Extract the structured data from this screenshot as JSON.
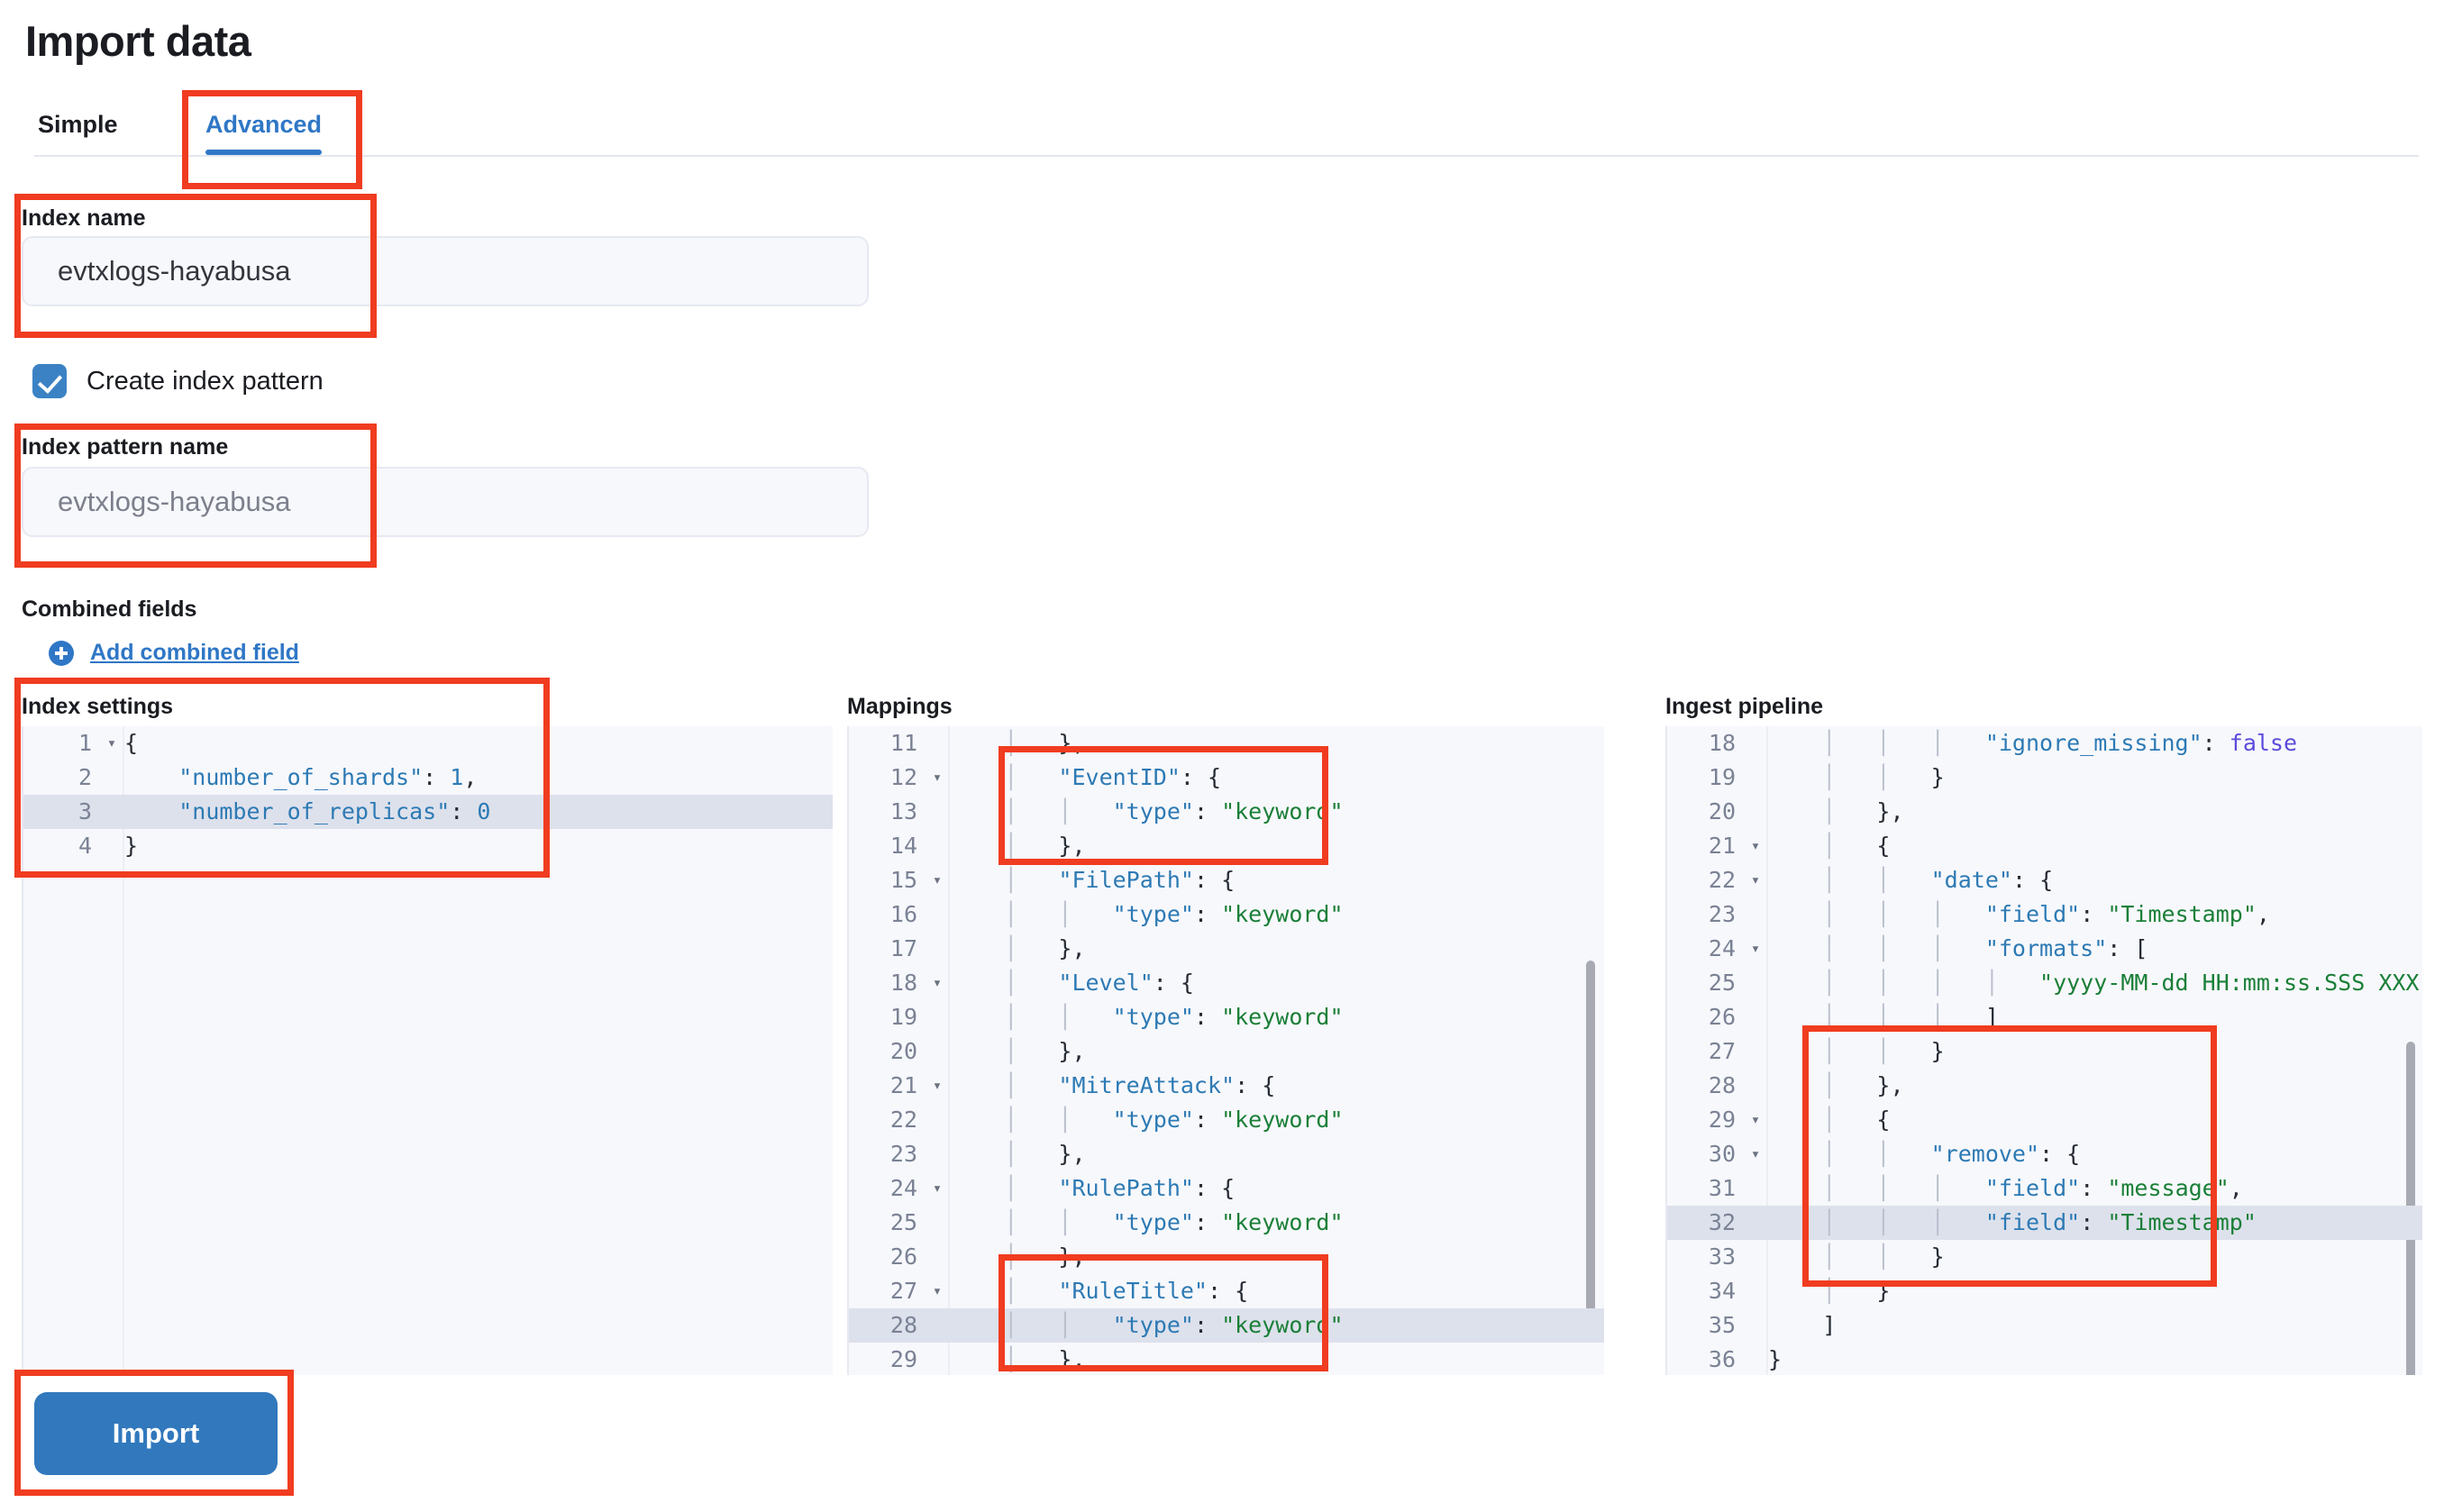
{
  "page": {
    "title": "Import data"
  },
  "tabs": [
    {
      "id": "simple",
      "label": "Simple",
      "selected": false
    },
    {
      "id": "advanced",
      "label": "Advanced",
      "selected": true
    }
  ],
  "form": {
    "index_name": {
      "label": "Index name",
      "value": "evtxlogs-hayabusa"
    },
    "create_index_pattern": {
      "label": "Create index pattern",
      "checked": true
    },
    "index_pattern_name": {
      "label": "Index pattern name",
      "placeholder": "evtxlogs-hayabusa"
    },
    "combined_fields": {
      "label": "Combined fields",
      "add_link": "Add combined field",
      "add_icon": "plus-circle-icon"
    }
  },
  "editors": {
    "index_settings": {
      "title": "Index settings",
      "active_line": 3,
      "lines": [
        {
          "n": "1",
          "fold": "▾",
          "text": "{"
        },
        {
          "n": "2",
          "fold": "",
          "text": "    \"number_of_shards\": 1,"
        },
        {
          "n": "3",
          "fold": "",
          "text": "    \"number_of_replicas\": 0"
        },
        {
          "n": "4",
          "fold": "",
          "text": "}"
        }
      ]
    },
    "mappings": {
      "title": "Mappings",
      "active_line": 28,
      "lines": [
        {
          "n": "11",
          "fold": "",
          "text": "    |   },"
        },
        {
          "n": "12",
          "fold": "▾",
          "text": "    |   \"EventID\": {"
        },
        {
          "n": "13",
          "fold": "",
          "text": "    |   |   \"type\": \"keyword\""
        },
        {
          "n": "14",
          "fold": "",
          "text": "    |   },"
        },
        {
          "n": "15",
          "fold": "▾",
          "text": "    |   \"FilePath\": {"
        },
        {
          "n": "16",
          "fold": "",
          "text": "    |   |   \"type\": \"keyword\""
        },
        {
          "n": "17",
          "fold": "",
          "text": "    |   },"
        },
        {
          "n": "18",
          "fold": "▾",
          "text": "    |   \"Level\": {"
        },
        {
          "n": "19",
          "fold": "",
          "text": "    |   |   \"type\": \"keyword\""
        },
        {
          "n": "20",
          "fold": "",
          "text": "    |   },"
        },
        {
          "n": "21",
          "fold": "▾",
          "text": "    |   \"MitreAttack\": {"
        },
        {
          "n": "22",
          "fold": "",
          "text": "    |   |   \"type\": \"keyword\""
        },
        {
          "n": "23",
          "fold": "",
          "text": "    |   },"
        },
        {
          "n": "24",
          "fold": "▾",
          "text": "    |   \"RulePath\": {"
        },
        {
          "n": "25",
          "fold": "",
          "text": "    |   |   \"type\": \"keyword\""
        },
        {
          "n": "26",
          "fold": "",
          "text": "    |   },"
        },
        {
          "n": "27",
          "fold": "▾",
          "text": "    |   \"RuleTitle\": {"
        },
        {
          "n": "28",
          "fold": "",
          "text": "    |   |   \"type\": \"keyword\""
        },
        {
          "n": "29",
          "fold": "",
          "text": "    |   },"
        }
      ]
    },
    "ingest_pipeline": {
      "title": "Ingest pipeline",
      "active_line": 32,
      "lines": [
        {
          "n": "18",
          "fold": "",
          "text": "    |   |   |   \"ignore_missing\": false"
        },
        {
          "n": "19",
          "fold": "",
          "text": "    |   |   }"
        },
        {
          "n": "20",
          "fold": "",
          "text": "    |   },"
        },
        {
          "n": "21",
          "fold": "▾",
          "text": "    |   {"
        },
        {
          "n": "22",
          "fold": "▾",
          "text": "    |   |   \"date\": {"
        },
        {
          "n": "23",
          "fold": "",
          "text": "    |   |   |   \"field\": \"Timestamp\","
        },
        {
          "n": "24",
          "fold": "▾",
          "text": "    |   |   |   \"formats\": ["
        },
        {
          "n": "25",
          "fold": "",
          "text": "    |   |   |   |   \"yyyy-MM-dd HH:mm:ss.SSS XXX\""
        },
        {
          "n": "26",
          "fold": "",
          "text": "    |   |   |   ]"
        },
        {
          "n": "27",
          "fold": "",
          "text": "    |   |   }"
        },
        {
          "n": "28",
          "fold": "",
          "text": "    |   },"
        },
        {
          "n": "29",
          "fold": "▾",
          "text": "    |   {"
        },
        {
          "n": "30",
          "fold": "▾",
          "text": "    |   |   \"remove\": {"
        },
        {
          "n": "31",
          "fold": "",
          "text": "    |   |   |   \"field\": \"message\","
        },
        {
          "n": "32",
          "fold": "",
          "text": "    |   |   |   \"field\": \"Timestamp\""
        },
        {
          "n": "33",
          "fold": "",
          "text": "    |   |   }"
        },
        {
          "n": "34",
          "fold": "",
          "text": "    |   }"
        },
        {
          "n": "35",
          "fold": "",
          "text": "    ]"
        },
        {
          "n": "36",
          "fold": "",
          "text": "}"
        }
      ]
    }
  },
  "actions": {
    "import_label": "Import"
  },
  "annotations": {
    "color": "#f03c20",
    "boxes": [
      "advanced-tab",
      "index-name-field",
      "index-pattern-name-field",
      "index-settings-editor",
      "mappings-eventid-block",
      "mappings-ruletitle-block",
      "pipeline-remove-block",
      "import-button"
    ]
  }
}
